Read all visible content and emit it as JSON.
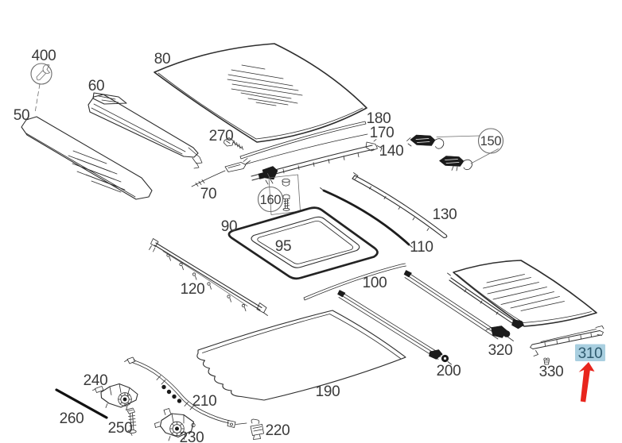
{
  "diagram": {
    "part_labels": {
      "n50": "50",
      "n60": "60",
      "n70": "70",
      "n80": "80",
      "n90": "90",
      "n95": "95",
      "n100": "100",
      "n110": "110",
      "n120": "120",
      "n130": "130",
      "n140": "140",
      "n150": "150",
      "n160": "160",
      "n170": "170",
      "n180": "180",
      "n190": "190",
      "n200": "200",
      "n210": "210",
      "n220": "220",
      "n230": "230",
      "n240": "240",
      "n250": "250",
      "n260": "260",
      "n270": "270",
      "n310": "310",
      "n320": "320",
      "n330": "330",
      "n400": "400"
    },
    "highlighted_part": "310",
    "callouts": {
      "circled_labels": [
        "150",
        "160",
        "400"
      ],
      "badge_400_icon": "wrench-icon"
    },
    "colors": {
      "background": "#ffffff",
      "line_art": "#2e2e2e",
      "label_text": "#3a3a3a",
      "highlight_bg": "#a9cfe0",
      "highlight_text": "#2e5a6e",
      "arrow_red": "#e8251d"
    }
  }
}
